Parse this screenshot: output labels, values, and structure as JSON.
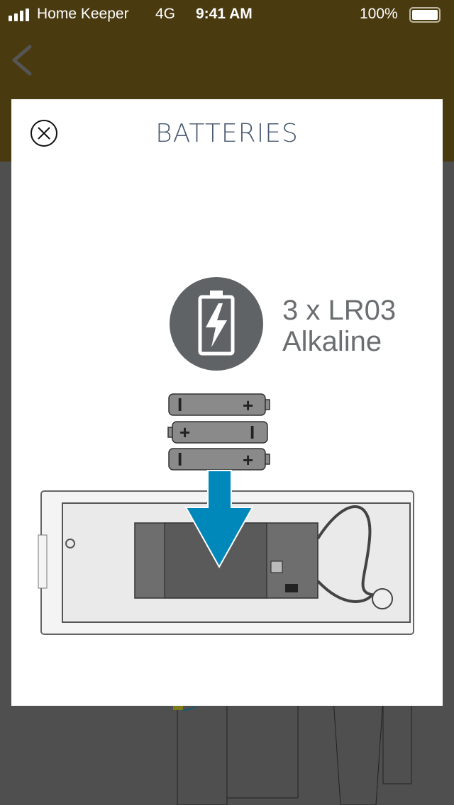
{
  "status_bar": {
    "carrier": "Home Keeper",
    "network": "4G",
    "time": "9:41 AM",
    "battery": "100%"
  },
  "modal": {
    "title": "BATTERIES",
    "spec_line1": "3 x LR03",
    "spec_line2": "Alkaline"
  },
  "colors": {
    "header": "#4a3a10",
    "accent_arrow": "#0088bb",
    "title": "#4a5a70",
    "icon_circle": "#5f6366"
  }
}
